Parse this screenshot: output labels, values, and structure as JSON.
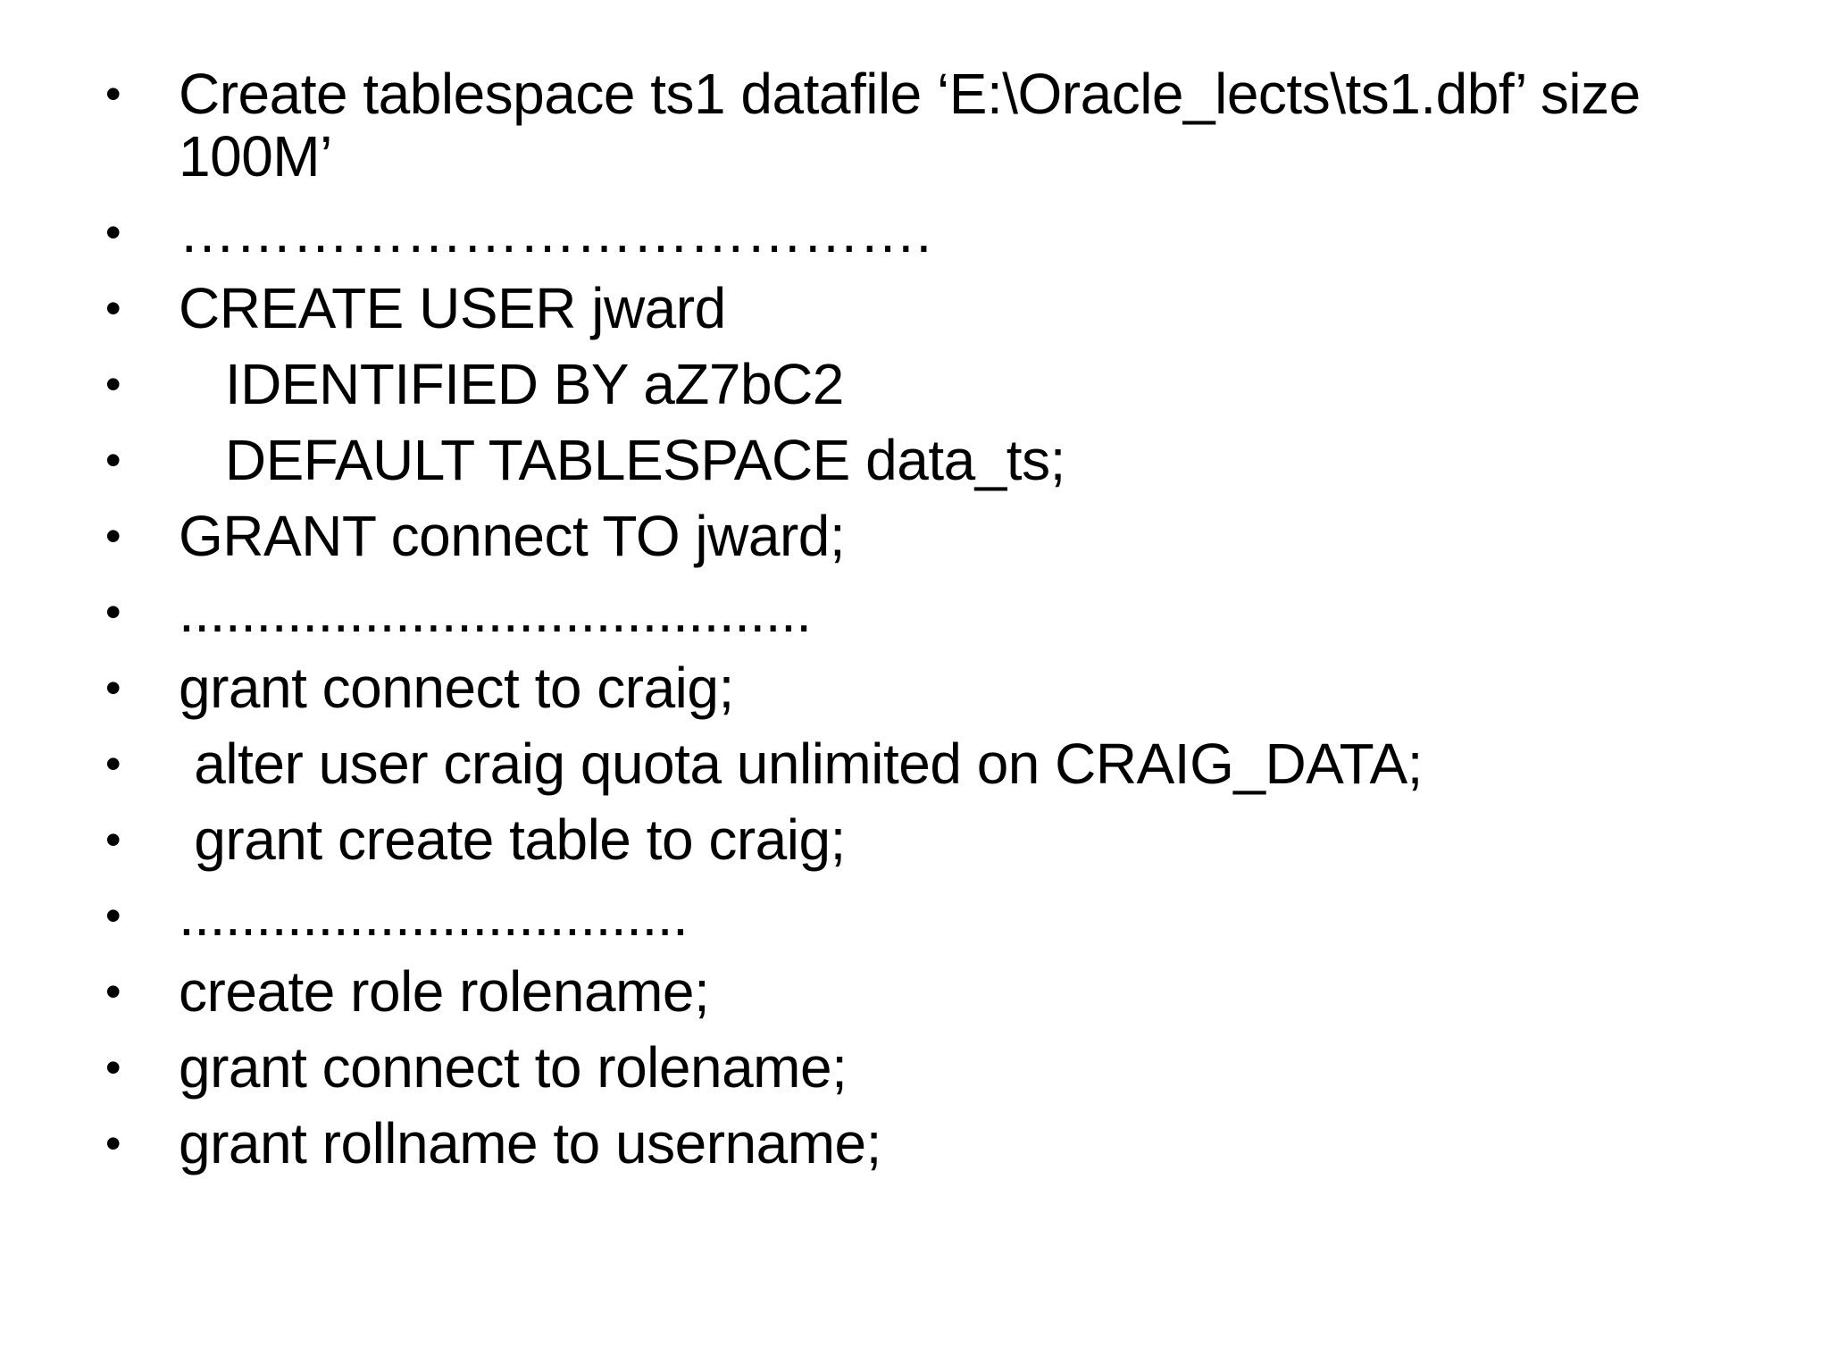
{
  "slide": {
    "background_color": "#ffffff",
    "text_color": "#000000",
    "bullet_char": "•",
    "items": [
      "Create tablespace ts1 datafile ‘E:\\Oracle_lects\\ts1.dbf’ size\n100M’",
      "………………………………….",
      "CREATE USER jward",
      "   IDENTIFIED BY aZ7bC2",
      "   DEFAULT TABLESPACE data_ts;",
      "GRANT connect TO jward;",
      ".........................................",
      "grant connect to craig;",
      " alter user craig quota unlimited on CRAIG_DATA;",
      " grant create table to craig;",
      ".................................",
      "create role rolename;",
      "grant connect to rolename;",
      "grant rollname to username;"
    ]
  }
}
